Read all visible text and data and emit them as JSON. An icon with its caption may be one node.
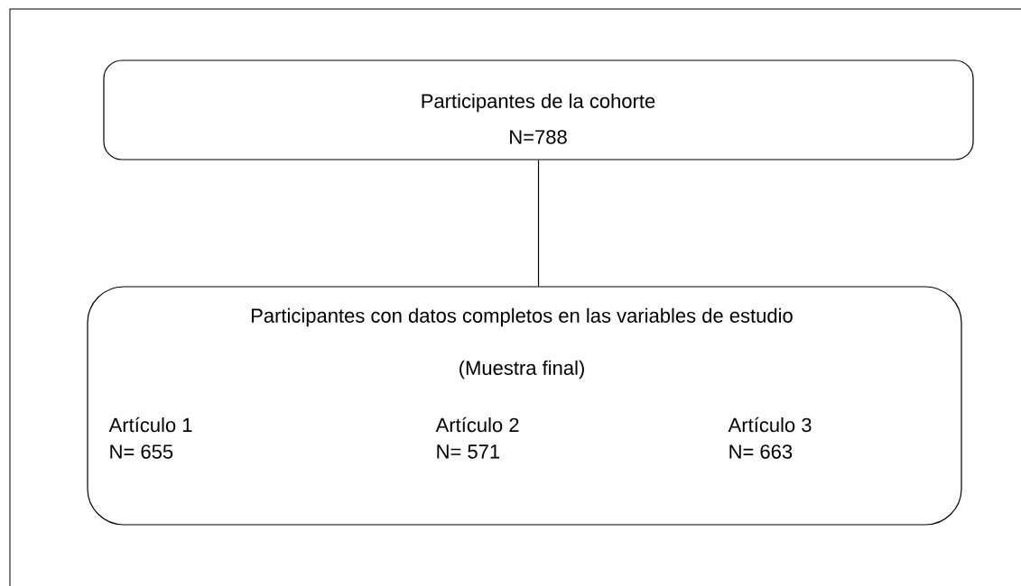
{
  "diagram": {
    "nodes": [
      {
        "text": [
          "Participantes de la cohorte",
          "N=788"
        ]
      },
      {
        "text": [
          "Participantes con datos completos en las variables de estudio",
          "(Muestra final)",
          "Artículo 1",
          "N= 655",
          "Artículo 2",
          "N= 571",
          "Artículo 3",
          "N= 663"
        ]
      }
    ],
    "edges": [
      {
        "from": 0,
        "to": 1,
        "arrow": "none"
      }
    ]
  }
}
